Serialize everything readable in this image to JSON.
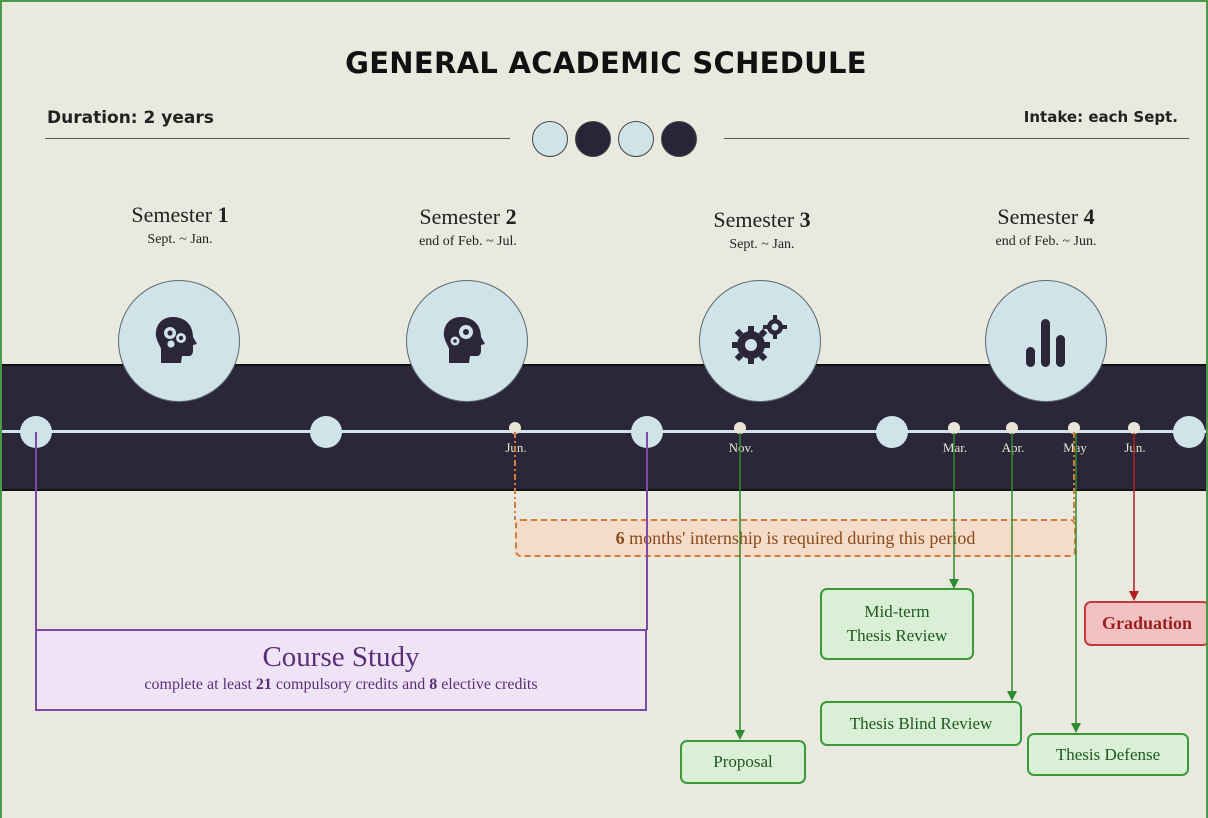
{
  "header": {
    "title": "GENERAL ACADEMIC SCHEDULE",
    "duration": "Duration: 2 years",
    "intake": "Intake: each Sept."
  },
  "semesters": [
    {
      "label": "Semester",
      "number": "1",
      "period": "Sept. ~ Jan.",
      "icon": "head-gears-icon"
    },
    {
      "label": "Semester",
      "number": "2",
      "period": "end of Feb. ~ Jul.",
      "icon": "head-gear-icon"
    },
    {
      "label": "Semester",
      "number": "3",
      "period": "Sept. ~ Jan.",
      "icon": "gears-icon"
    },
    {
      "label": "Semester",
      "number": "4",
      "period": "end of Feb. ~ Jun.",
      "icon": "bar-chart-icon"
    }
  ],
  "timeline": {
    "months": [
      "Jun.",
      "Nov.",
      "Mar.",
      "Apr.",
      "May",
      "Jun."
    ]
  },
  "internship": {
    "number": "6",
    "text": " months' internship is required during this period"
  },
  "course_study": {
    "title": "Course Study",
    "desc_prefix": "complete at least ",
    "compulsory": "21",
    "desc_mid": " compulsory credits and ",
    "elective": "8",
    "desc_suffix": " elective credits"
  },
  "milestones": {
    "midterm_line1": "Mid-term",
    "midterm_line2": "Thesis Review",
    "blind_review": "Thesis Blind Review",
    "proposal": "Proposal",
    "defense": "Thesis Defense",
    "graduation": "Graduation"
  },
  "colors": {
    "band": "#2b2638",
    "light": "#cfe3e8",
    "course": "#7d4aa8",
    "internship": "#d27b3c",
    "milestone": "#3a9a3a",
    "graduation": "#c23a3a"
  }
}
